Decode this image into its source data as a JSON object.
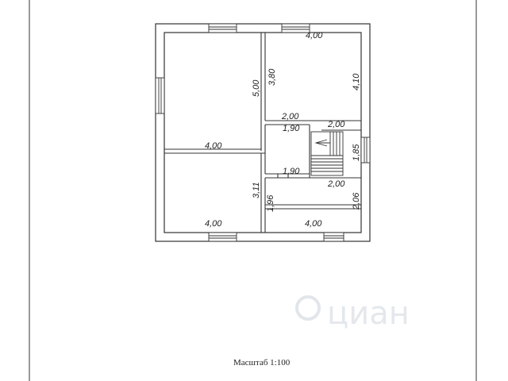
{
  "plan": {
    "dimensions": {
      "room_top_left_width": "4,00",
      "room_top_left_depth": "5,00",
      "room_top_right_width": "4,00",
      "room_top_right_height": "3,80",
      "room_top_right_depth": "4,10",
      "corridor_width_a": "2,00",
      "corridor_width_b": "1,90",
      "corridor_width_c": "2,00",
      "stair_depth": "1,85",
      "corridor_width_d": "1,90",
      "room_bottom_left_depth": "3,11",
      "room_bottom_right_height": "1,96",
      "room_bottom_right_width_top": "2,00",
      "room_bottom_right_depth": "2,06",
      "room_bottom_left_width": "4,00",
      "room_bottom_right_width": "4,00"
    },
    "scale_label": "Масштаб 1:100"
  },
  "watermark": {
    "text": "циан"
  }
}
